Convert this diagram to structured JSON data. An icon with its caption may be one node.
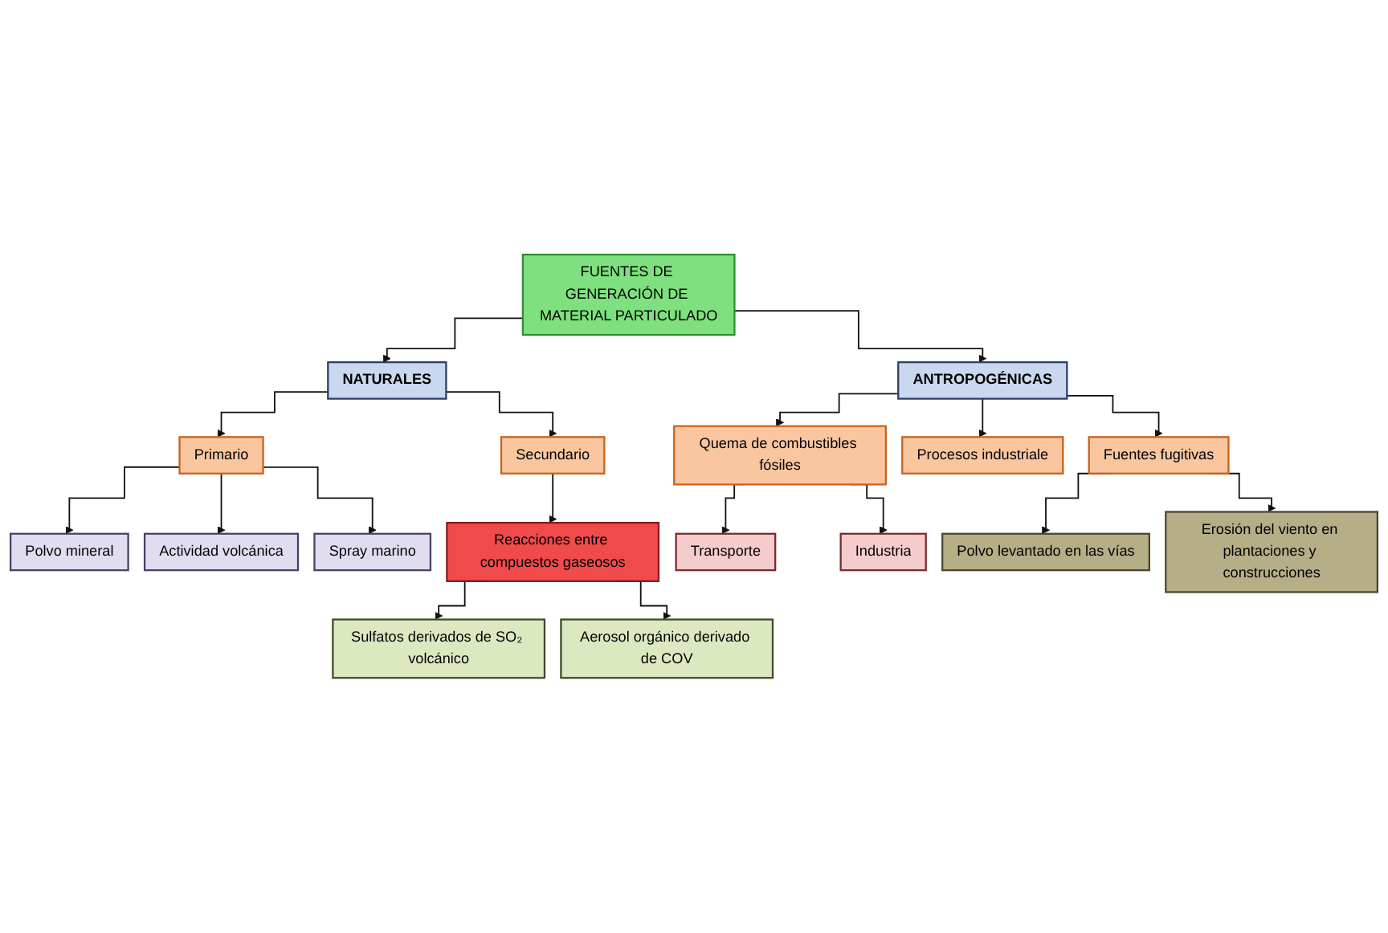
{
  "diagram": {
    "nodes": [
      {
        "text": [
          "FUENTES DE GENERACIÓN DE MATERIAL PARTICULADO"
        ]
      },
      {
        "text": [
          "NATURALES"
        ]
      },
      {
        "text": [
          "ANTROPOGÉNICAS"
        ]
      },
      {
        "text": [
          "Primario"
        ]
      },
      {
        "text": [
          "Secundario"
        ]
      },
      {
        "text": [
          "Quema de combustibles fósiles"
        ]
      },
      {
        "text": [
          "Procesos industriale"
        ]
      },
      {
        "text": [
          "Fuentes fugitivas"
        ]
      },
      {
        "text": [
          "Polvo mineral"
        ]
      },
      {
        "text": [
          "Actividad volcánica"
        ]
      },
      {
        "text": [
          "Spray marino"
        ]
      },
      {
        "text": [
          "Reacciones entre compuestos gaseosos"
        ]
      },
      {
        "text": [
          "Transporte"
        ]
      },
      {
        "text": [
          "Industria"
        ]
      },
      {
        "text": [
          "Polvo levantado en las vías"
        ]
      },
      {
        "text": [
          "Sulfatos derivados de SO₂ volcánico"
        ]
      },
      {
        "text": [
          "Aerosol orgánico derivado de COV"
        ]
      },
      {
        "text": [
          "Erosión del viento en plantaciones y construcciones"
        ]
      }
    ],
    "edges": [
      {
        "from": 0,
        "to": 1,
        "arrow": "to"
      },
      {
        "from": 0,
        "to": 2,
        "arrow": "to"
      },
      {
        "from": 1,
        "to": 3,
        "arrow": "to"
      },
      {
        "from": 1,
        "to": 4,
        "arrow": "to"
      },
      {
        "from": 2,
        "to": 5,
        "arrow": "to"
      },
      {
        "from": 2,
        "to": 6,
        "arrow": "to"
      },
      {
        "from": 2,
        "to": 7,
        "arrow": "to"
      },
      {
        "from": 3,
        "to": 8,
        "arrow": "to"
      },
      {
        "from": 3,
        "to": 9,
        "arrow": "to"
      },
      {
        "from": 3,
        "to": 10,
        "arrow": "to"
      },
      {
        "from": 4,
        "to": 11,
        "arrow": "to"
      },
      {
        "from": 5,
        "to": 12,
        "arrow": "to"
      },
      {
        "from": 5,
        "to": 13,
        "arrow": "to"
      },
      {
        "from": 7,
        "to": 14,
        "arrow": "to"
      },
      {
        "from": 7,
        "to": 17,
        "arrow": "to"
      },
      {
        "from": 11,
        "to": 15,
        "arrow": "to"
      },
      {
        "from": 11,
        "to": 16,
        "arrow": "to"
      }
    ]
  }
}
